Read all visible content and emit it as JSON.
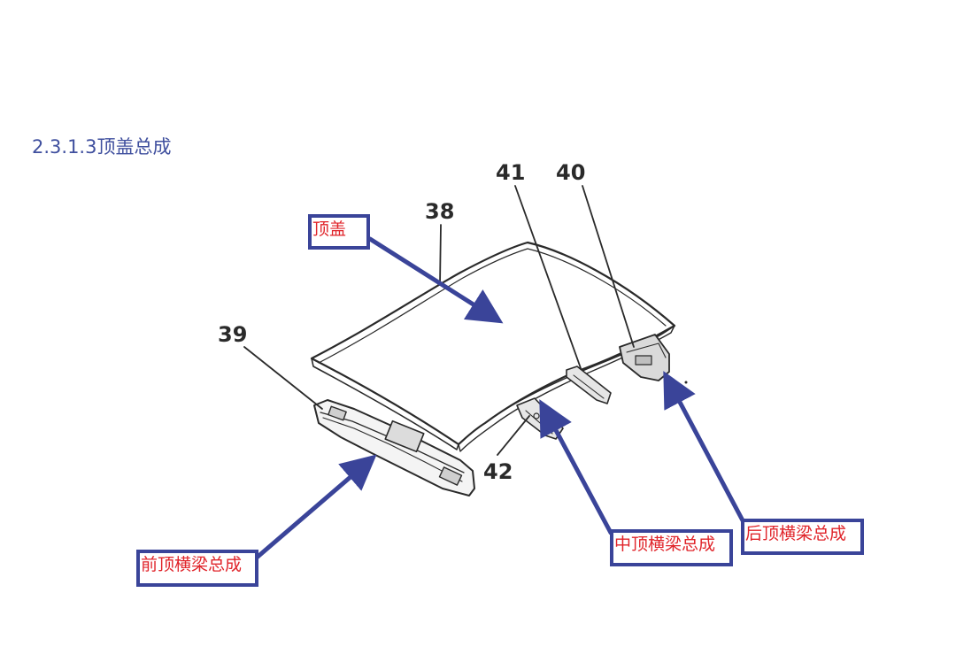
{
  "section": {
    "title": "2.3.1.3顶盖总成"
  },
  "part_numbers": {
    "roof": "38",
    "front_beam": "39",
    "rear_beam": "40",
    "middle_beam_upper": "41",
    "middle_beam_lower": "42"
  },
  "callouts": {
    "roof": "顶盖",
    "front_beam": "前顶横梁总成",
    "middle_beam": "中顶横梁总成",
    "rear_beam": "后顶横梁总成"
  },
  "colors": {
    "title": "#3f4f9e",
    "callout_border": "#3a4499",
    "callout_text": "#e0242a",
    "arrow": "#3a4499",
    "line_art": "#2a2a2a"
  }
}
